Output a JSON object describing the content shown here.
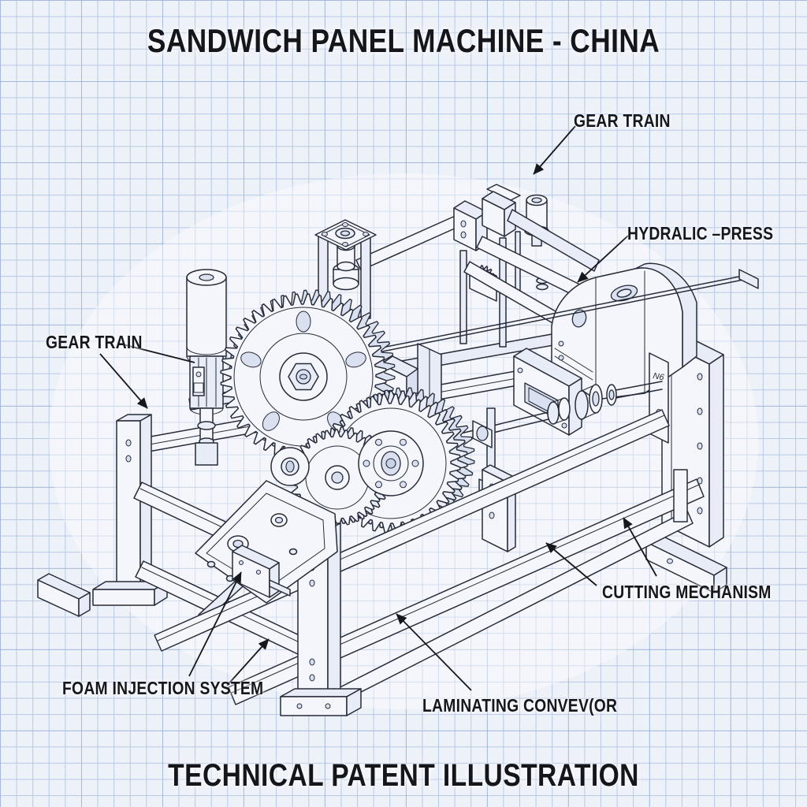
{
  "titles": {
    "top": "SANDWICH PANEL MACHINE - CHINA",
    "bottom": "TECHNICAL PATENT ILLUSTRATION"
  },
  "labels": {
    "gear_train_top": "GEAR TRAIN",
    "hydraulic_press": "HYDRALIC –PRESS",
    "gear_train_left": "GEAR TRAIN",
    "cutting_mechanism": "CUTTING MECHANISM",
    "foam_injection_system": "FOAM INJECTION SYSTEM",
    "laminating_conveyor": "LAMINATING CONVEV(OR"
  },
  "annotations": {
    "part_mark": "N6"
  },
  "colors": {
    "paper": "#edf1f8",
    "grid": "#b7c8e6",
    "ink": "#262b38",
    "label_ink": "#15171d",
    "machine_fill": "#f4f6fb",
    "machine_side": "#e7ecf6",
    "machine_dark": "#d9e0ef"
  }
}
